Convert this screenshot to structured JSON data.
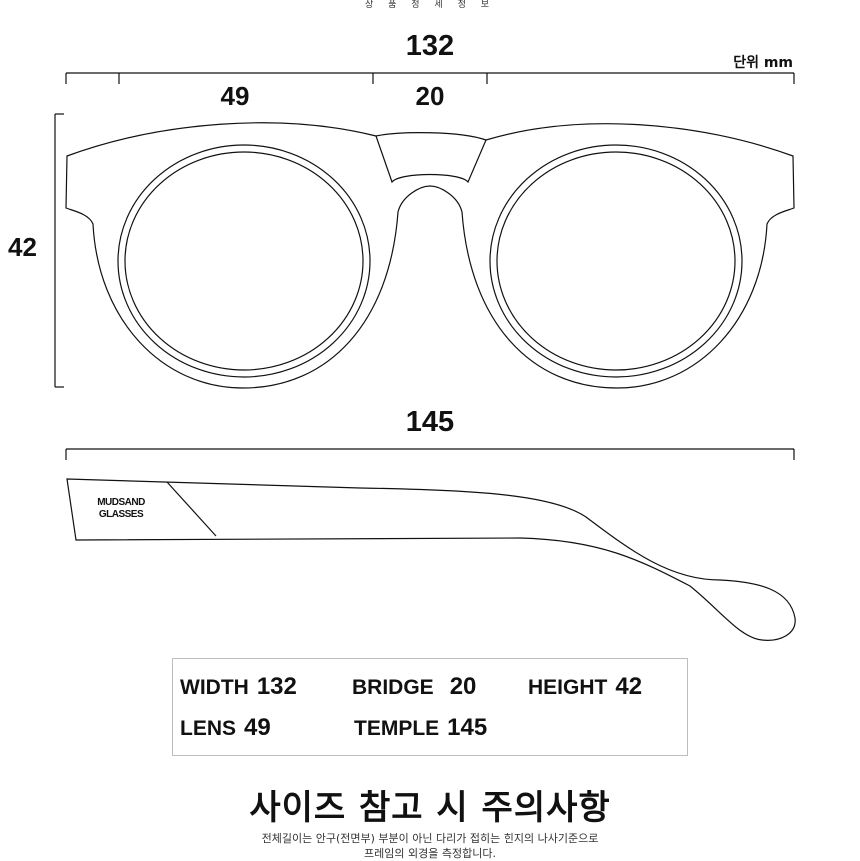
{
  "header": {
    "label": "상 품 정 세 정 보"
  },
  "dimensions": {
    "total_width": "132",
    "unit": "단위 mm",
    "lens": "49",
    "bridge": "20",
    "height": "42",
    "temple": "145"
  },
  "temple_brand": {
    "line1": "MUDSAND",
    "line2": "GLASSES"
  },
  "spec_box": {
    "width": {
      "label": "WIDTH",
      "value": "132"
    },
    "bridge": {
      "label": "BRIDGE",
      "value": "20"
    },
    "height": {
      "label": "HEIGHT",
      "value": "42"
    },
    "lens": {
      "label": "LENS",
      "value": "49"
    },
    "temple": {
      "label": "TEMPLE",
      "value": "145"
    }
  },
  "caution": {
    "title": "사이즈 참고 시 주의사항",
    "line1": "전체길이는 안구(전면부) 부분이 아닌 다리가 접히는 힌지의 나사기준으로",
    "line2": "프레임의 외경을 측정합니다."
  },
  "colors": {
    "line": "#111111",
    "box_border": "#bdbdbd"
  }
}
